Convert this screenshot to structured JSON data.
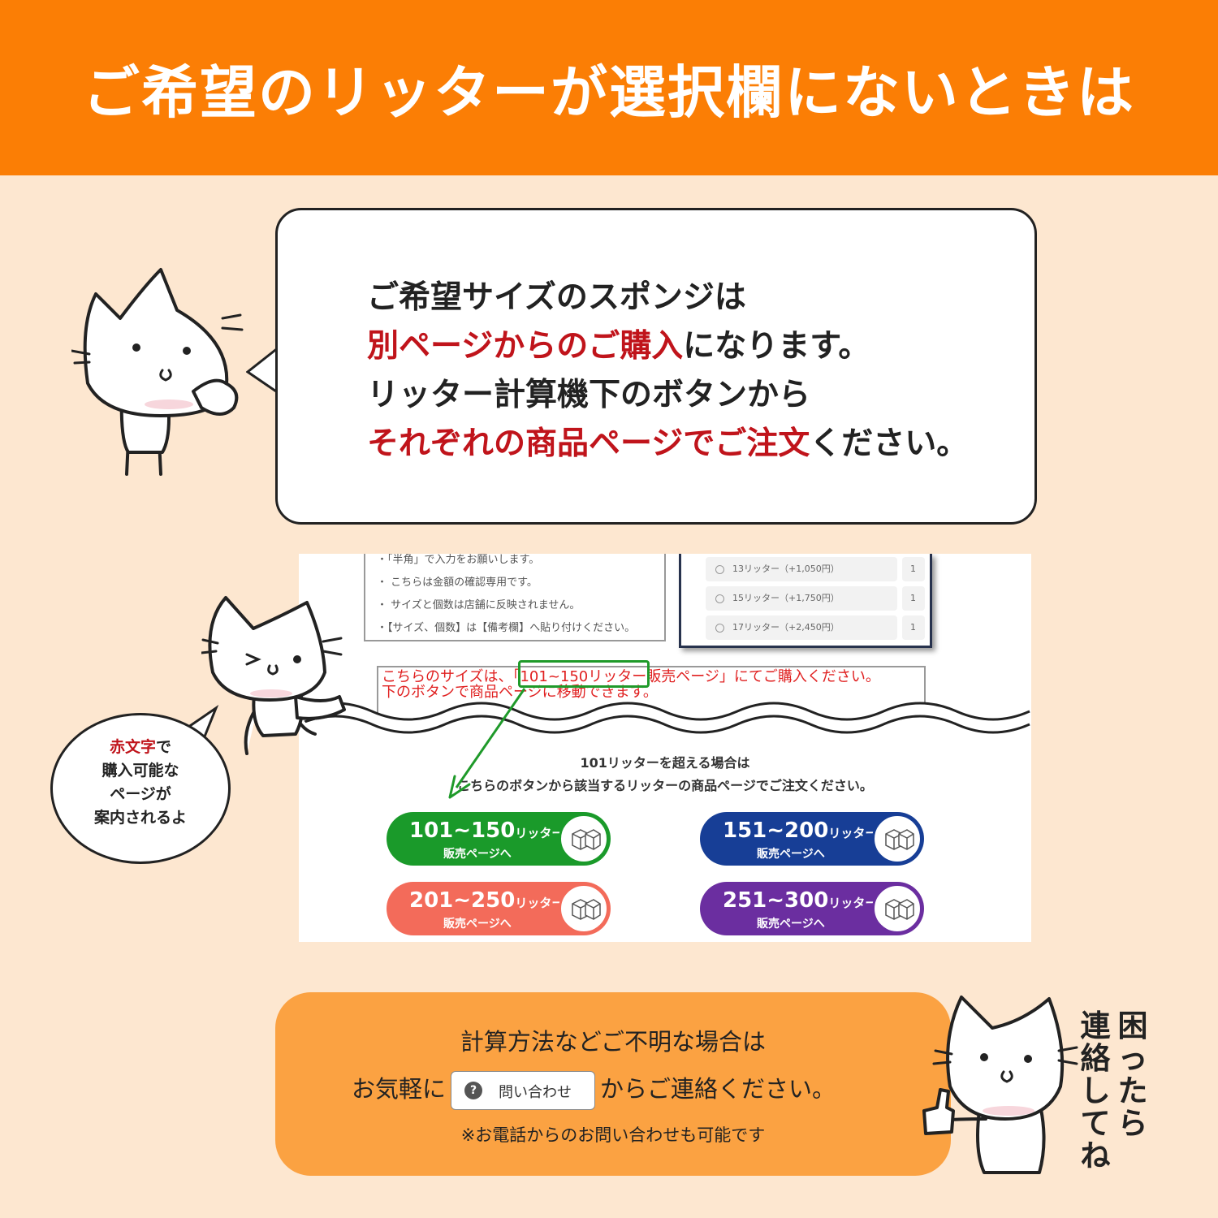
{
  "header": {
    "title": "ご希望のリッターが選択欄にないときは"
  },
  "bubble": {
    "line1": "ご希望サイズのスポンジは",
    "line2_red": "別ページからのご購入",
    "line2_rest": "になります。",
    "line3": "リッター計算機下のボタンから",
    "line4_red": "それぞれの商品ページでご注文",
    "line4_rest": "ください。"
  },
  "screenshot": {
    "notes": [
      "・「半角」で入力をお願いします。",
      "・ こちらは金額の確認専用です。",
      "・ サイズと個数は店舗に反映されません。",
      "・【サイズ、個数】は【備考欄】へ貼り付けください。"
    ],
    "options": [
      {
        "label": "13リッター（+1,050円）",
        "side": "1"
      },
      {
        "label": "15リッター（+1,750円）",
        "side": "1"
      },
      {
        "label": "17リッター（+2,450円）",
        "side": "1"
      }
    ],
    "red_line1": "こちらのサイズは、「101~150リッター販売ページ」にてご購入ください。",
    "red_line2": "下のボタンで商品ページに移動できます。",
    "info_line1": "101リッターを超える場合は",
    "info_line2": "こちらのボタンから該当するリッターの商品ページでご注文ください。",
    "buttons": [
      {
        "range": "101~150",
        "unit": "リッター",
        "sub": "販売ページへ",
        "color": "#1a9a2a"
      },
      {
        "range": "151~200",
        "unit": "リッター",
        "sub": "販売ページへ",
        "color": "#173e96"
      },
      {
        "range": "201~250",
        "unit": "リッター",
        "sub": "販売ページへ",
        "color": "#f36b5a"
      },
      {
        "range": "251~300",
        "unit": "リッター",
        "sub": "販売ページへ",
        "color": "#6b2ea0"
      }
    ]
  },
  "speech": {
    "red": "赤文字",
    "line1_rest": "で",
    "line2": "購入可能な",
    "line3": "ページが",
    "line4": "案内されるよ"
  },
  "contact": {
    "line1": "計算方法などご不明な場合は",
    "prefix": "お気軽に",
    "button_icon": "?",
    "button_label": "問い合わせ",
    "suffix": "からご連絡ください。",
    "note": "※お電話からのお問い合わせも可能です"
  },
  "side_text": {
    "col1": "困ったら",
    "col2": "連絡してね"
  },
  "colors": {
    "accent": "#fb7e05",
    "background": "#fde7d0",
    "red_text": "#c0141b",
    "contact_bg": "#fba242"
  }
}
